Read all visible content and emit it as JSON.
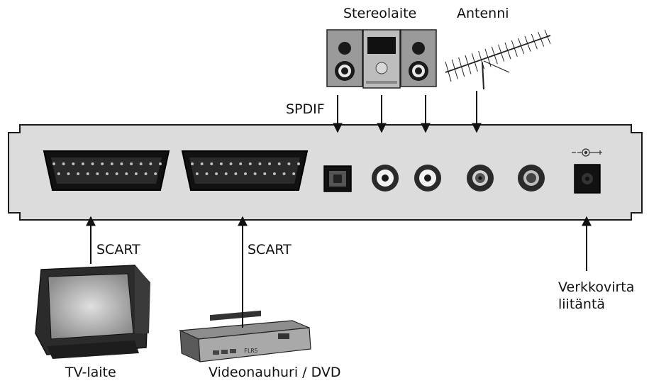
{
  "devices": {
    "stereo": {
      "label": "Stereolaite",
      "icon": "stereo-system-icon"
    },
    "antenna": {
      "label": "Antenni",
      "icon": "tv-antenna-icon"
    },
    "tv": {
      "label": "TV-laite",
      "icon": "crt-tv-icon"
    },
    "vcr": {
      "label": "Videonauhuri / DVD",
      "icon": "vcr-icon"
    },
    "power": {
      "label": "Verkkovirta\nliitäntä",
      "icon": "dc-power-symbol-icon"
    }
  },
  "connections": {
    "spdif": "SPDIF",
    "scart_tv": "SCART",
    "scart_vcr": "SCART"
  },
  "panel": {
    "ports": [
      "scart-1",
      "scart-2",
      "spdif-optical",
      "rca-left",
      "rca-right",
      "antenna-in",
      "antenna-out",
      "dc-power"
    ]
  },
  "vcr_display": "FLRS",
  "colors": {
    "panel": "#dcdcdc",
    "outline": "#1a1a1a",
    "scart_fill": "#111111",
    "rca_dark": "#2a2a2a"
  }
}
